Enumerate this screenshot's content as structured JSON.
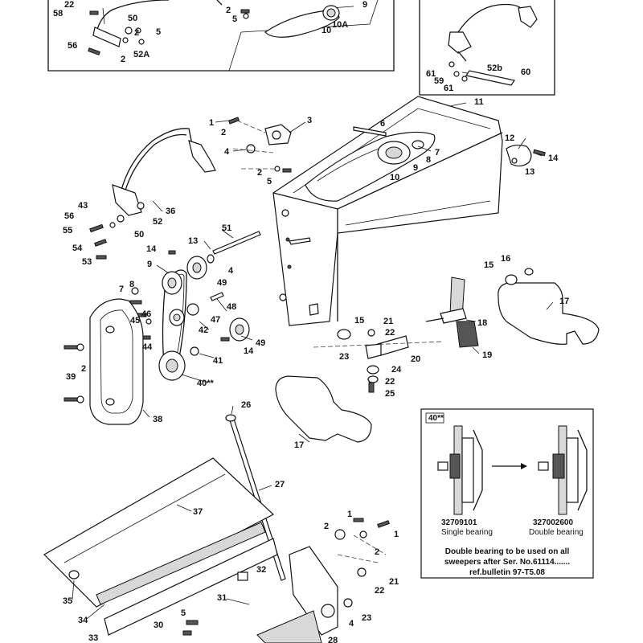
{
  "callouts": {
    "c58": "58",
    "c22a": "22",
    "c50a": "50",
    "c5a": "5",
    "c2a": "2",
    "c56a": "56",
    "c2b": "2",
    "c52a": "52A",
    "c2c": "2",
    "c5b": "5",
    "c9a": "9",
    "c10a": "10",
    "c10A": "10A",
    "c61a": "61",
    "c59": "59",
    "c61b": "61",
    "c52b": "52b",
    "c60": "60",
    "c11": "11",
    "c1a": "1",
    "c2d": "2",
    "c3": "3",
    "c4a": "4",
    "c2e": "2",
    "c5c": "5",
    "c6": "6",
    "c7a": "7",
    "c9b": "9",
    "c8a": "8",
    "c10b": "10",
    "c12": "12",
    "c14a": "14",
    "c13a": "13",
    "c36": "36",
    "c52c": "52",
    "c43": "43",
    "c56b": "56",
    "c55": "55",
    "c50b": "50",
    "c14b": "14",
    "c54": "54",
    "c53": "53",
    "c51": "51",
    "c13b": "13",
    "c4b": "4",
    "c9c": "9",
    "c49a": "49",
    "c8b": "8",
    "c7b": "7",
    "c48": "48",
    "c46": "46",
    "c45": "45",
    "c47": "47",
    "c42": "42",
    "c44": "44",
    "c14c": "14",
    "c49b": "49",
    "c41": "41",
    "c39": "39",
    "c2f": "2",
    "c40": "40**",
    "c38": "38",
    "c15a": "15",
    "c16": "16",
    "c17a": "17",
    "c18": "18",
    "c19": "19",
    "c15b": "15",
    "c21a": "21",
    "c22b": "22",
    "c23a": "23",
    "c20": "20",
    "c24": "24",
    "c22c": "22",
    "c25": "25",
    "c26": "26",
    "c17b": "17",
    "c27": "27",
    "c37": "37",
    "c35": "35",
    "c34": "34",
    "c33": "33",
    "c30": "30",
    "c5d": "5",
    "c31": "31",
    "c32": "32",
    "c28": "28",
    "c1b": "1",
    "c2g": "2",
    "c1c": "1",
    "c2h": "2",
    "c21b": "21",
    "c22d": "22",
    "c4c": "4",
    "c23b": "23"
  },
  "inset": {
    "title": "40**",
    "left_part_number": "32709101",
    "left_caption": "Single bearing",
    "right_part_number": "327002600",
    "right_caption": "Double bearing",
    "note_line1": "Double bearing to be used on all",
    "note_line2": "sweepers after Ser. No.61114.......",
    "note_line3": "ref.bulletin 97-T5.08"
  }
}
